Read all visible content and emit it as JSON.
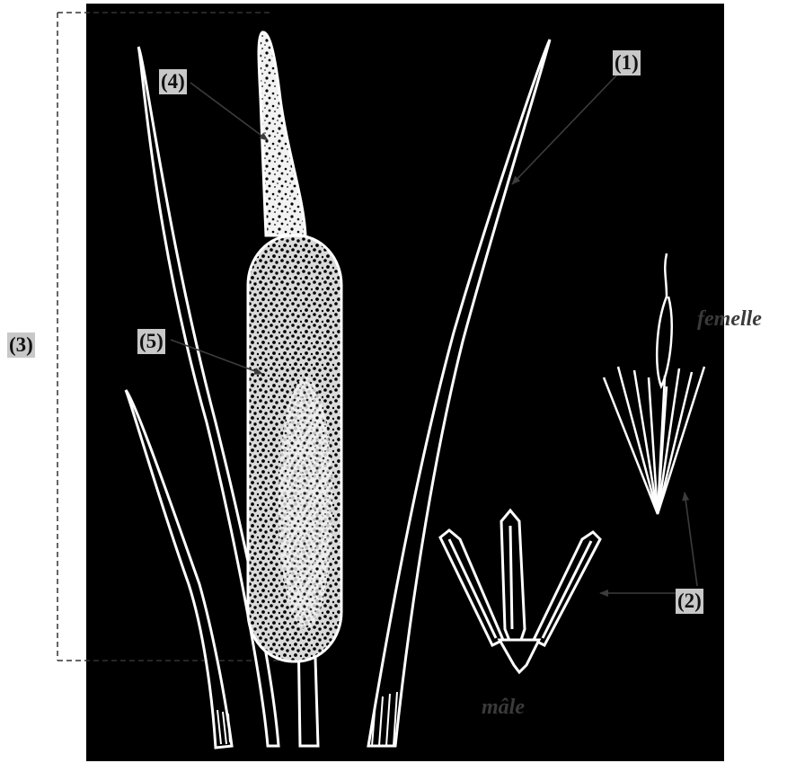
{
  "figure": {
    "labels": {
      "leaf": "(1)",
      "flowers": "(2)",
      "plant_span": "(3)",
      "male_spike": "(4)",
      "female_spike": "(5)"
    },
    "captions": {
      "female_flower": "femelle",
      "male_flower": "mâle"
    },
    "colors": {
      "background": "#000000",
      "drawing": "#ffffff",
      "label_box": "#c8c8c8",
      "caption": "#3a3a3a"
    }
  }
}
